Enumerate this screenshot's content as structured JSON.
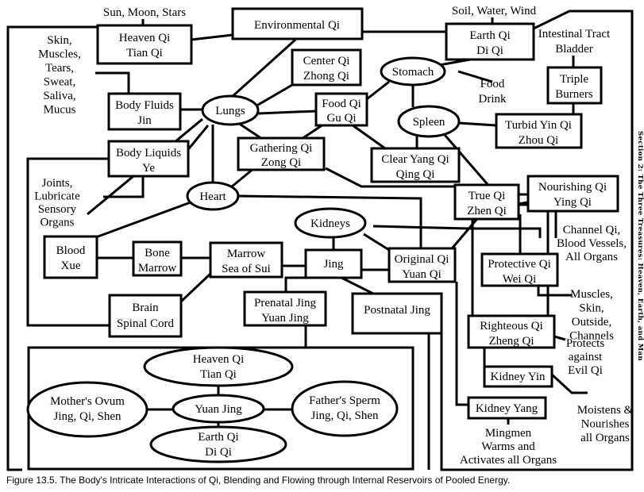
{
  "caption": "Figure 13.5. The Body's Intricate Interactions of Qi, Blending and Flowing through Internal Reservoirs of Pooled Energy.",
  "side_label": "Section 2: The Three Treasures: Heaven, Earth, and Man",
  "nodes": {
    "environmental_qi": [
      "Environmental Qi"
    ],
    "heaven_qi": [
      "Heaven Qi",
      "Tian Qi"
    ],
    "earth_qi": [
      "Earth Qi",
      "Di Qi"
    ],
    "body_fluids": [
      "Body Fluids",
      "Jin"
    ],
    "body_liquids": [
      "Body Liquids",
      "Ye"
    ],
    "lungs": [
      "Lungs"
    ],
    "center_qi": [
      "Center Qi",
      "Zhong Qi"
    ],
    "food_qi": [
      "Food Qi",
      "Gu Qi"
    ],
    "stomach": [
      "Stomach"
    ],
    "spleen": [
      "Spleen"
    ],
    "triple_burners": [
      "Triple",
      "Burners"
    ],
    "turbid_yin_qi": [
      "Turbid Yin Qi",
      "Zhou Qi"
    ],
    "gathering_qi": [
      "Gathering Qi",
      "Zong Qi"
    ],
    "clear_yang_qi": [
      "Clear Yang Qi",
      "Qing Qi"
    ],
    "heart": [
      "Heart"
    ],
    "nourishing_qi": [
      "Nourishing Qi",
      "Ying Qi"
    ],
    "true_qi": [
      "True Qi",
      "Zhen Qi"
    ],
    "kidneys": [
      "Kidneys"
    ],
    "blood": [
      "Blood",
      "Xue"
    ],
    "bone_marrow": [
      "Bone",
      "Marrow"
    ],
    "marrow": [
      "Marrow",
      "Sea of Sui"
    ],
    "jing": [
      "Jing"
    ],
    "original_qi": [
      "Original Qi",
      "Yuan Qi"
    ],
    "protective_qi": [
      "Protective Qi",
      "Wei Qi"
    ],
    "brain": [
      "Brain",
      "Spinal Cord"
    ],
    "prenatal_jing": [
      "Prenatal Jing",
      "Yuan Jing"
    ],
    "postnatal_jing": [
      "Postnatal Jing"
    ],
    "righteous_qi": [
      "Righteous Qi",
      "Zheng Qi"
    ],
    "kidney_yin": [
      "Kidney Yin"
    ],
    "kidney_yang": [
      "Kidney Yang"
    ],
    "inner_heaven_qi": [
      "Heaven Qi",
      "Tian Qi"
    ],
    "mothers_ovum": [
      "Mother's Ovum",
      "Jing, Qi, Shen"
    ],
    "yuan_jing": [
      "Yuan Jing"
    ],
    "fathers_sperm": [
      "Father's Sperm",
      "Jing, Qi, Shen"
    ],
    "inner_earth_qi": [
      "Earth Qi",
      "Di Qi"
    ]
  },
  "labels": {
    "sun_moon_stars": [
      "Sun, Moon, Stars"
    ],
    "soil_water_wind": [
      "Soil, Water, Wind"
    ],
    "intestinal_tract": [
      "Intestinal Tract",
      "Bladder"
    ],
    "skin_muscles": [
      "Skin,",
      "Muscles,",
      "Tears,",
      "Sweat,",
      "Saliva,",
      "Mucus"
    ],
    "food_drink": [
      "Food",
      "Drink"
    ],
    "joints": [
      "Joints,",
      "Lubricate",
      "Sensory",
      "Organs"
    ],
    "channel_qi": [
      "Channel Qi,",
      "Blood Vessels,",
      "All Organs"
    ],
    "muscles_skin": [
      "Muscles,",
      "Skin,",
      "Outside,",
      "Channels"
    ],
    "protects": [
      "Protects",
      "against",
      "Evil Qi"
    ],
    "moistens": [
      "Moistens &",
      "Nourishes",
      "all Organs"
    ],
    "mingmen": [
      "Mingmen",
      "Warms and",
      "Activates all Organs"
    ]
  }
}
